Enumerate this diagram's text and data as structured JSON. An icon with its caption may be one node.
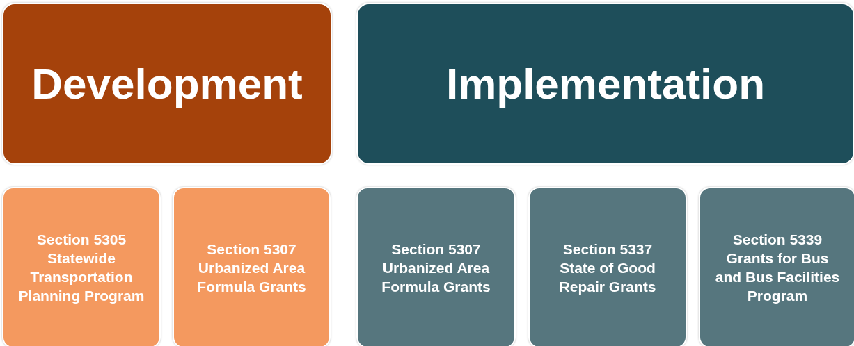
{
  "diagram": {
    "nodes": [
      {
        "text": [
          "Development"
        ]
      },
      {
        "text": [
          "Implementation"
        ]
      },
      {
        "text": [
          "Section 5305 Statewide Transportation Planning Program"
        ]
      },
      {
        "text": [
          "Section 5307 Urbanized Area Formula Grants"
        ]
      },
      {
        "text": [
          "Section 5307 Urbanized Area Formula Grants"
        ]
      },
      {
        "text": [
          "Section 5337 State of Good Repair Grants"
        ]
      },
      {
        "text": [
          "Section 5339 Grants for Bus and Bus Facilities Program"
        ]
      }
    ]
  }
}
